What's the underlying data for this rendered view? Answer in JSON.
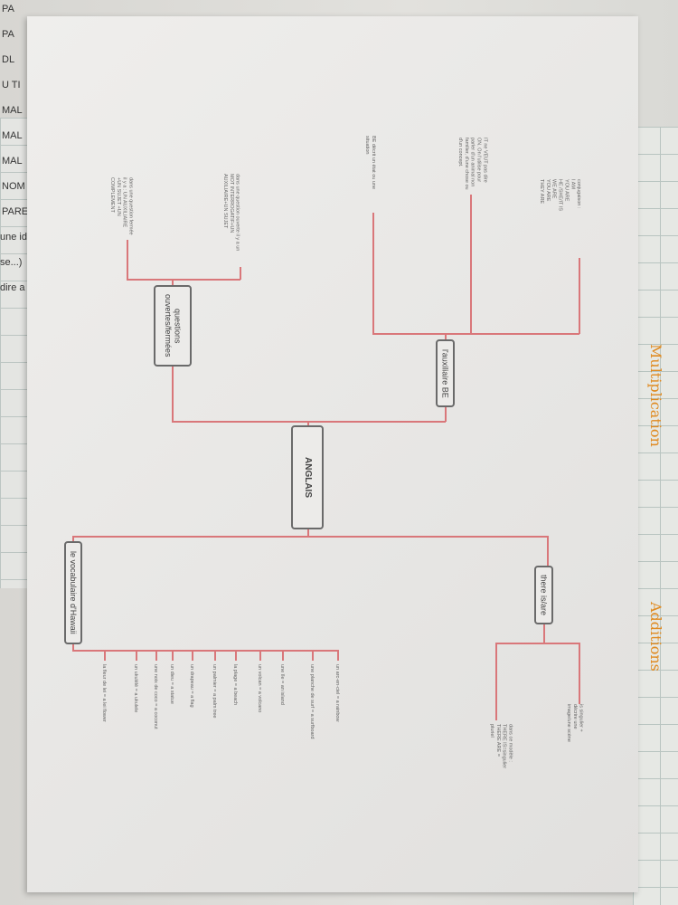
{
  "mindmap": {
    "root": "ANGLAIS",
    "be": {
      "label": "l'auxiliaire BE",
      "children": [
        "BE décrit un état ou une situation",
        "IT ne VEUT pas dire ON. On l'utilise pour parler d'un animal non familier, d'une chose ou d'un concept.",
        "conjugaison :\nI AM\nYOU ARE\nHE /SHE/IT IS\nWE ARE\nYOU ARE\nTHEY ARE"
      ]
    },
    "questions": {
      "label": "questions ouvertes/fermées",
      "children": [
        "dans une question fermée il y a : UN AUXILIAIRE +UN SUJET +UN COMPLEMENT",
        "dans une question ouverte il y a un MOT INTERROGATIF+UN AUXILIAIRE+UN SUJET"
      ]
    },
    "there": {
      "label": "there is/are",
      "children": [
        "dans ce modèle : THERE IS=singulier THERE ARE = pluriel",
        "is singulier + décrire une image/une scène"
      ]
    },
    "vocab": {
      "label": "le vocabulaire d'Hawaii",
      "children": [
        "la fleur de lei = a lei flower",
        "un ukulélé = a ukulele",
        "une noix de coco = a coconut",
        "un dieu = a statue",
        "un drapeau = a flag",
        "un palmier = a palm tree",
        "la plage = a beach",
        "un volcan = a volcano",
        "une île = an island",
        "une planche de surf = a surfboard",
        "un arc-en-ciel = a rainbow"
      ]
    }
  },
  "background": {
    "left_notes": [
      "PA",
      "PA",
      "DL",
      "U TI",
      "MAL",
      "MAL",
      "MAL",
      "NOM",
      "PARE",
      "une idé",
      "se...)",
      "dire a"
    ],
    "right_handwriting": [
      "Multiplication",
      "Additions"
    ]
  },
  "colors": {
    "line": "#d9777a",
    "node_border": "#6a6a6a"
  }
}
